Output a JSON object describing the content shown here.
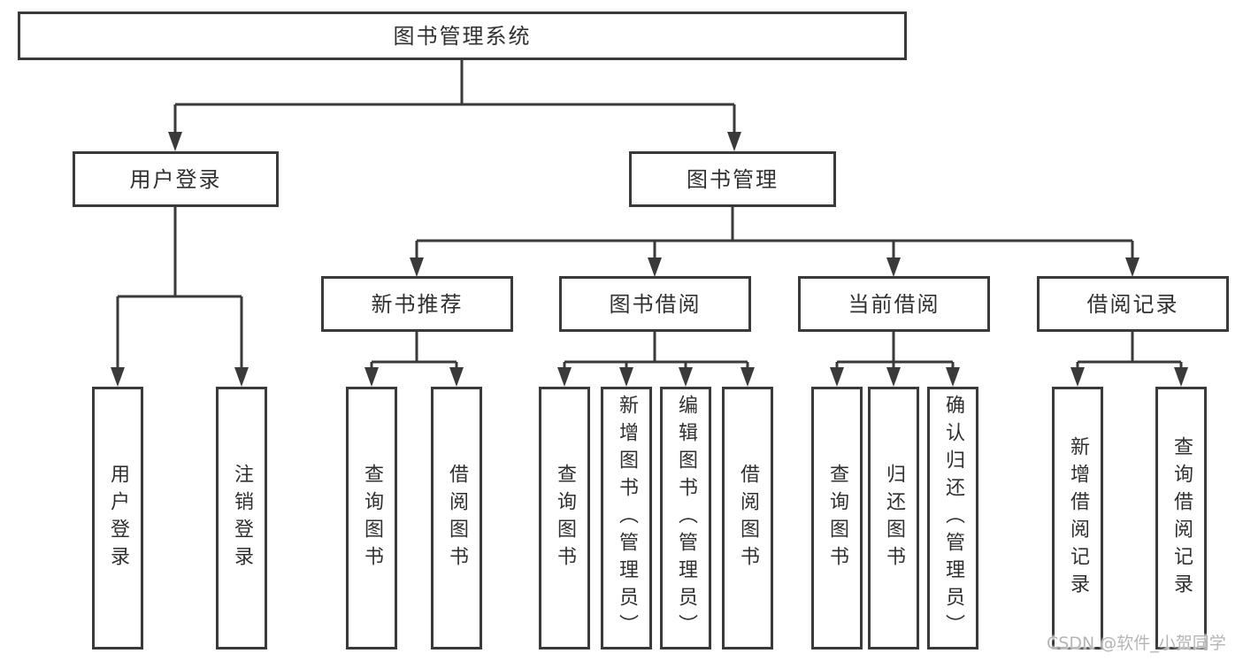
{
  "colors": {
    "line": "#3a3a3a",
    "text": "#303030",
    "watermark": "#b5b5b5",
    "background": "#ffffff"
  },
  "watermark": "CSDN @软件_小贺同学",
  "tree": {
    "root": {
      "label": "图书管理系统",
      "children": [
        {
          "label": "用户登录",
          "children": [
            {
              "label": "用户登录"
            },
            {
              "label": "注销登录"
            }
          ]
        },
        {
          "label": "图书管理",
          "children": [
            {
              "label": "新书推荐",
              "children": [
                {
                  "label": "查询图书"
                },
                {
                  "label": "借阅图书"
                }
              ]
            },
            {
              "label": "图书借阅",
              "children": [
                {
                  "label": "查询图书"
                },
                {
                  "label": "新增图书（管理员）"
                },
                {
                  "label": "编辑图书（管理员）"
                },
                {
                  "label": "借阅图书"
                }
              ]
            },
            {
              "label": "当前借阅",
              "children": [
                {
                  "label": "查询图书"
                },
                {
                  "label": "归还图书"
                },
                {
                  "label": "确认归还（管理员）"
                }
              ]
            },
            {
              "label": "借阅记录",
              "children": [
                {
                  "label": "新增借阅记录"
                },
                {
                  "label": "查询借阅记录"
                }
              ]
            }
          ]
        }
      ]
    }
  }
}
